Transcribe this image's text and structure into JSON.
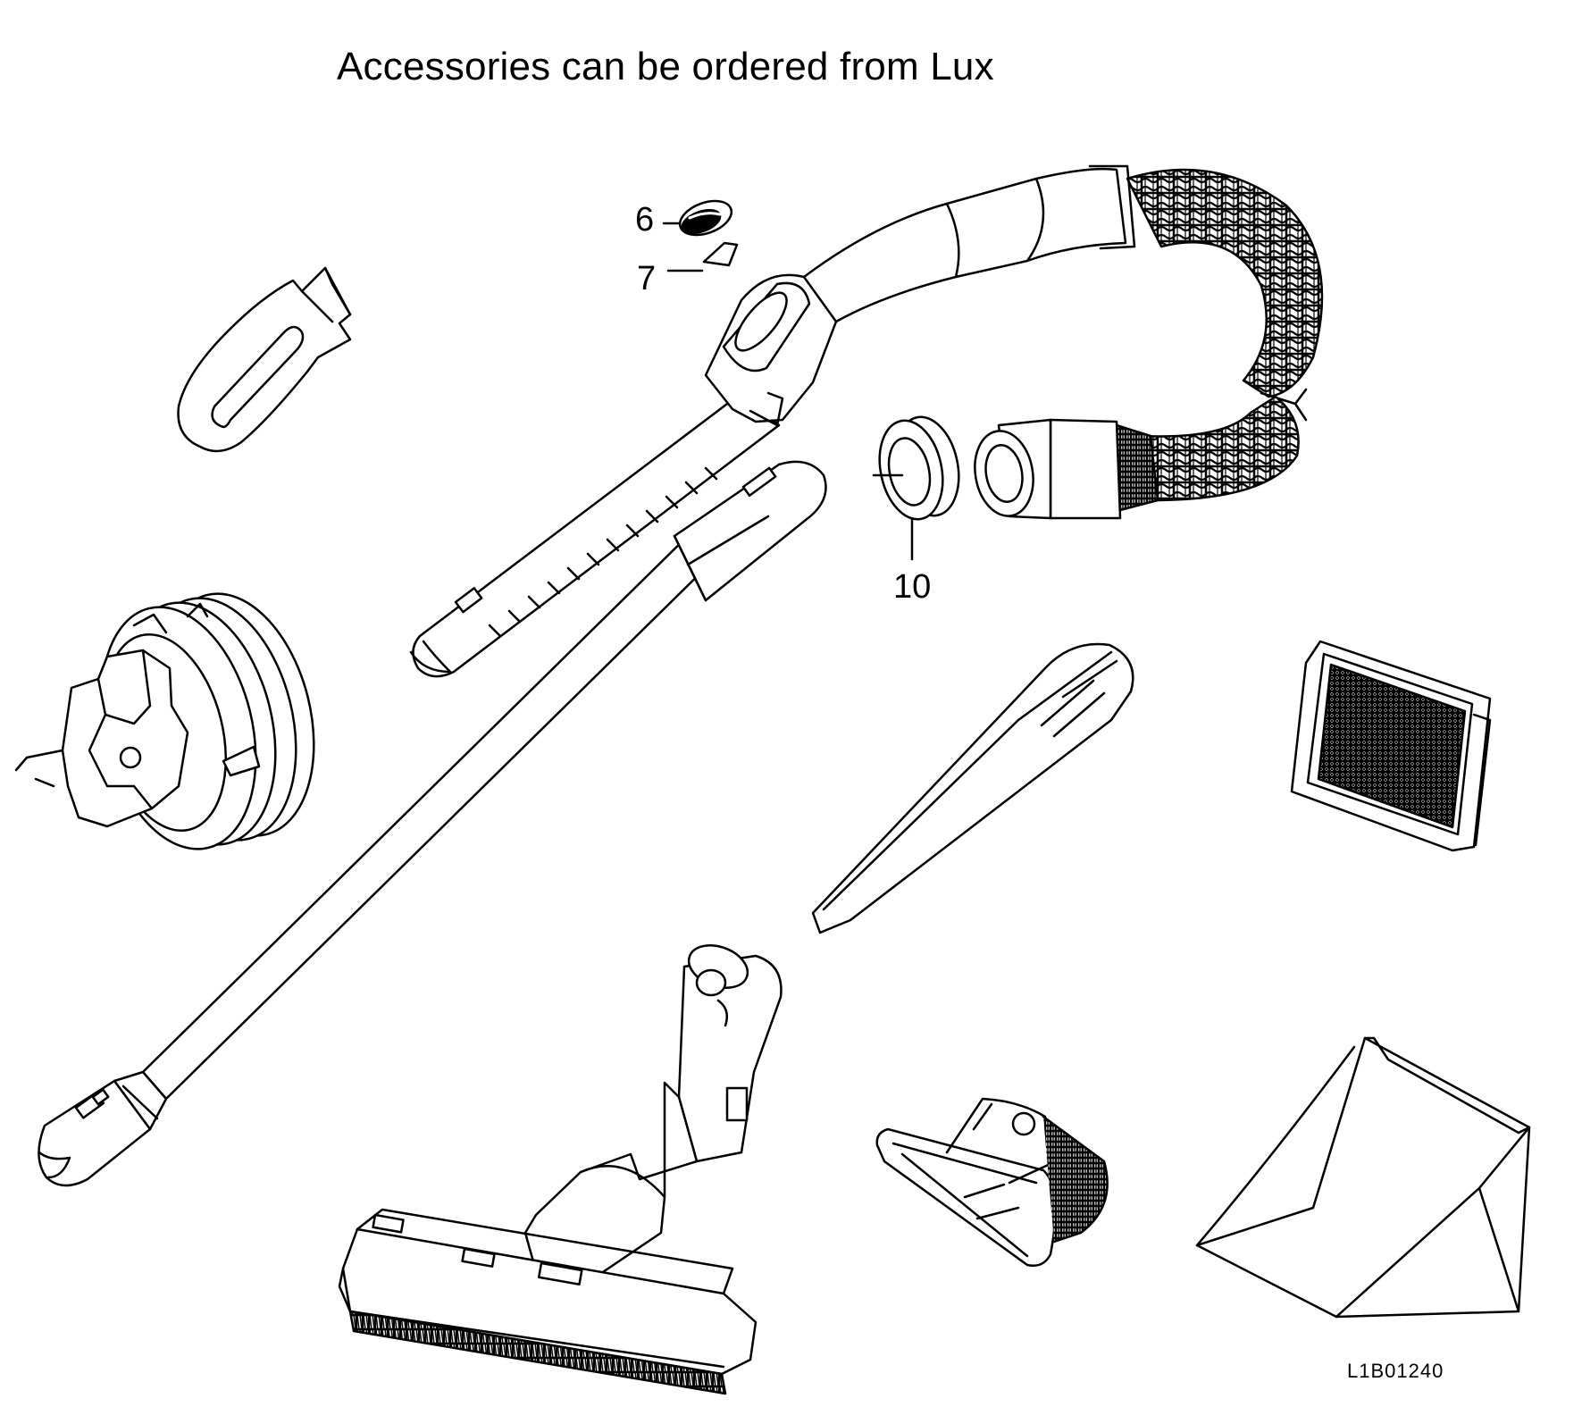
{
  "title": "Accessories can be ordered from Lux",
  "callouts": {
    "c6": "6",
    "c7": "7",
    "c10": "10"
  },
  "document_id": "L1B01240"
}
